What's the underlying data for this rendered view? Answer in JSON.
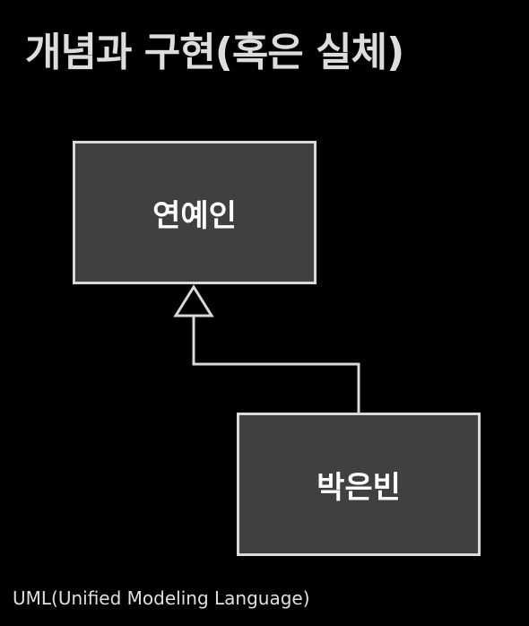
{
  "slide": {
    "title": "개념과 구현(혹은 실체)",
    "footer": "UML(Unified Modeling Language)"
  },
  "diagram": {
    "parent": {
      "label": "연예인"
    },
    "child": {
      "label": "박은빈"
    },
    "relation": "generalization",
    "colors": {
      "background": "#000000",
      "box_fill": "#404040",
      "box_border": "#d9d9d9",
      "line": "#d9d9d9"
    }
  }
}
